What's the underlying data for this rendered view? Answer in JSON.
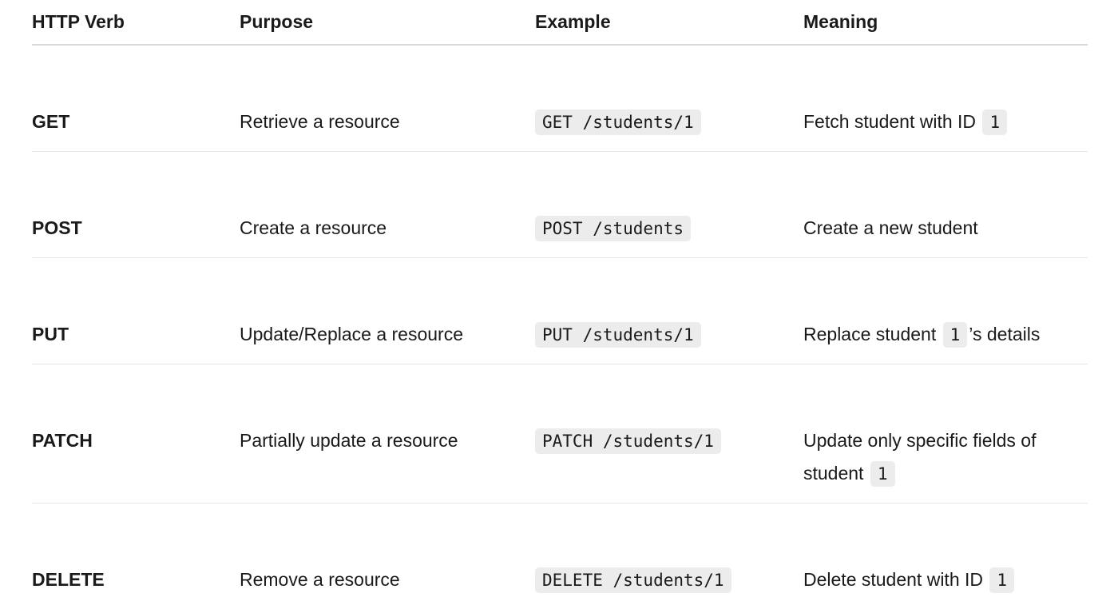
{
  "headers": {
    "verb": "HTTP Verb",
    "purpose": "Purpose",
    "example": "Example",
    "meaning": "Meaning"
  },
  "rows": [
    {
      "verb": "GET",
      "purpose": "Retrieve a resource",
      "example": "GET /students/1",
      "meaning_pre": "Fetch student with ID ",
      "meaning_code": "1",
      "meaning_post": ""
    },
    {
      "verb": "POST",
      "purpose": "Create a resource",
      "example": "POST /students",
      "meaning_pre": "Create a new student",
      "meaning_code": "",
      "meaning_post": ""
    },
    {
      "verb": "PUT",
      "purpose": "Update/Replace a resource",
      "example": "PUT /students/1",
      "meaning_pre": "Replace student ",
      "meaning_code": "1",
      "meaning_post": "’s details"
    },
    {
      "verb": "PATCH",
      "purpose": "Partially update a resource",
      "example": "PATCH /students/1",
      "meaning_pre": "Update only specific fields of student ",
      "meaning_code": "1",
      "meaning_post": ""
    },
    {
      "verb": "DELETE",
      "purpose": "Remove a resource",
      "example": "DELETE /students/1",
      "meaning_pre": "Delete student with ID ",
      "meaning_code": "1",
      "meaning_post": ""
    }
  ]
}
